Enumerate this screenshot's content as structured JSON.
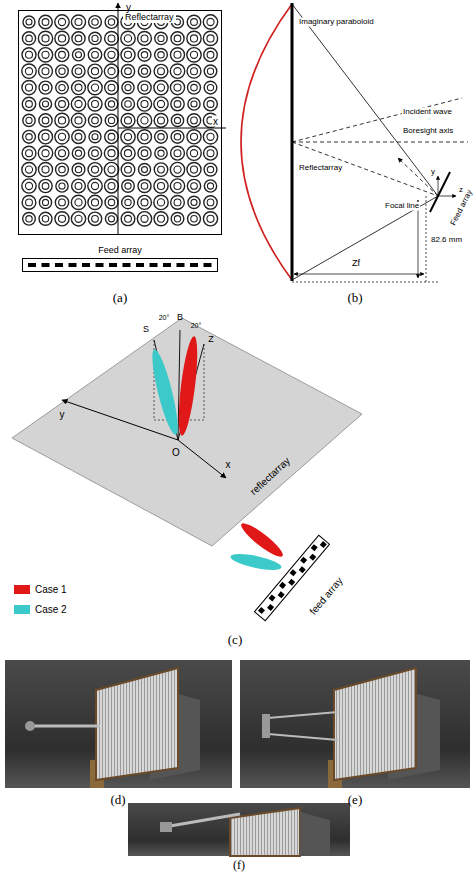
{
  "diagram": {
    "nodes": [
      {
        "text": [
          "Reflectarray"
        ]
      },
      {
        "text": [
          "Feed array"
        ]
      }
    ],
    "labels": [
      "y",
      "x",
      "(a)",
      "Imaginary paraboloid",
      "Incident wave",
      "Boresight axis",
      "Feed array",
      "y",
      "z",
      "Focal line",
      "Reflectarray",
      "82.6 mm",
      "Zf",
      "(b)",
      "S",
      "B",
      "Z",
      "20°",
      "20°",
      "y",
      "x",
      "O",
      "reflectarray",
      "feed array",
      "(c)",
      "(d)",
      "(e)",
      "(f)"
    ],
    "legend": [
      {
        "text": "Case 1",
        "color": "#e01818"
      },
      {
        "text": "Case 2",
        "color": "#3cc9c9"
      }
    ]
  }
}
